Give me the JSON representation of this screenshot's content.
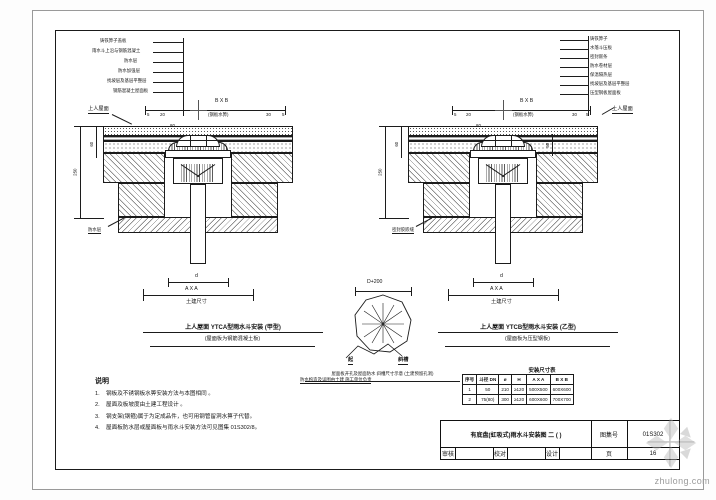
{
  "sheet": {
    "kind": "cad-drawing",
    "title_block": {
      "drawing_title": "有底盘(虹吸式)雨水斗安装图 二 (  )",
      "atlas_label": "图集号",
      "atlas_number": "01S302",
      "page_label": "页",
      "page_number": "16",
      "row2": [
        {
          "label": "审核",
          "value": ""
        },
        {
          "label": "校对",
          "value": ""
        },
        {
          "label": "设计",
          "value": ""
        }
      ]
    }
  },
  "left_drawing": {
    "caption_main": "上人屋面  YTCA型雨水斗安装    (甲型)",
    "caption_sub": "(屋面板为钢筋混凝土板)",
    "top_dim_label": "B X B",
    "top_dim_sub": "(钢板水箅)",
    "dims_top": [
      "5",
      "20",
      "80",
      "30",
      "5"
    ],
    "dim_d": "d",
    "dim_AxA": "A X A",
    "dim_ground": "土建尺寸",
    "label_walkable_roof": "上人屋面",
    "label_left_note": "防水层",
    "side_dims": [
      "60",
      "250"
    ],
    "callouts": [
      "铸铁箅子盖板",
      "雨水斗上沿与钢筋混凝土",
      "防水层",
      "防水加强层",
      "找坡层及基层平整层",
      "钢筋混凝土屋面板"
    ]
  },
  "right_drawing": {
    "caption_main": "上人屋面  YTCB型雨水斗安装    (乙型)",
    "caption_sub": "(屋面板为压型钢板)",
    "top_dim_label": "B X B",
    "top_dim_sub": "(钢板水箅)",
    "dims_top": [
      "5",
      "20",
      "80",
      "30",
      "5"
    ],
    "dim_d": "d",
    "dim_AxA": "A X A",
    "dim_ground": "土建尺寸",
    "label_walkable_roof": "上人屋面",
    "label_left_note": "密封胶嵌缝",
    "side_dims": [
      "60",
      "250",
      "50"
    ],
    "callouts": [
      "铸铁箅子",
      "水落斗压板",
      "密封嵌条",
      "防水卷材层",
      "保温隔热层",
      "找坡层及基层平整层",
      "压型钢板屋面板"
    ]
  },
  "middle_detail": {
    "dim_label": "D+200",
    "leader_left": "起",
    "leader_right": "斜槽",
    "caption": "屋面板开孔及屋面防水  斜槽尺寸示意     (土建预留孔洞)"
  },
  "notes": {
    "header": "说明",
    "items": [
      "钢板及不锈钢板水箅安装方法与本图相同  。",
      "屋面及板坡度由土建工程设计    。",
      "钢支架(钢箍)属于为定成品件，也可用钢管留洞水箅子代替。",
      "屋面板防水层或屋面板与雨水斗安装方法可见图集  01S302/8。"
    ],
    "right_label": "防水构造及详图由土建  施工单位负责"
  },
  "size_table": {
    "title": "安装尺寸表",
    "columns": [
      "序号",
      "斗径 DN",
      "ø",
      "H",
      "A X A",
      "B X B"
    ],
    "rows": [
      [
        "1",
        "50",
        "210",
        "≥120",
        "500X500",
        "600X600"
      ],
      [
        "2",
        "75(80)",
        "300",
        "≥120",
        "600X600",
        "700X700"
      ]
    ]
  },
  "watermark": {
    "text": "zhulong.com"
  }
}
